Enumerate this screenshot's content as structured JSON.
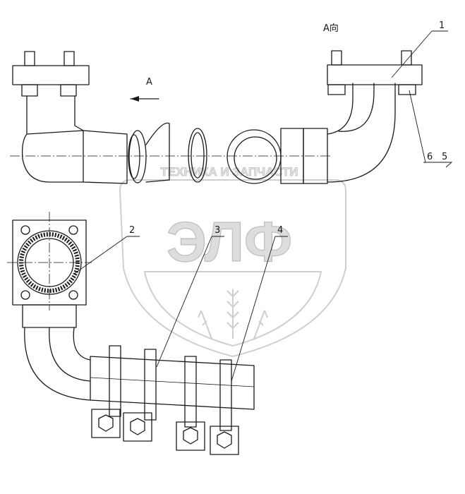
{
  "view_title": "A向",
  "arrow_label": "A",
  "part_labels": {
    "p1": "1",
    "p2": "2",
    "p3": "3",
    "p4": "4",
    "p5": "5",
    "p6": "6"
  },
  "watermark": {
    "logo_text": "ЭЛФ",
    "tagline": "ТЕХНИКА И ЗАПЧАСТИ"
  },
  "colors": {
    "line": "#1a1a1a",
    "watermark": "#cfcfcf"
  }
}
